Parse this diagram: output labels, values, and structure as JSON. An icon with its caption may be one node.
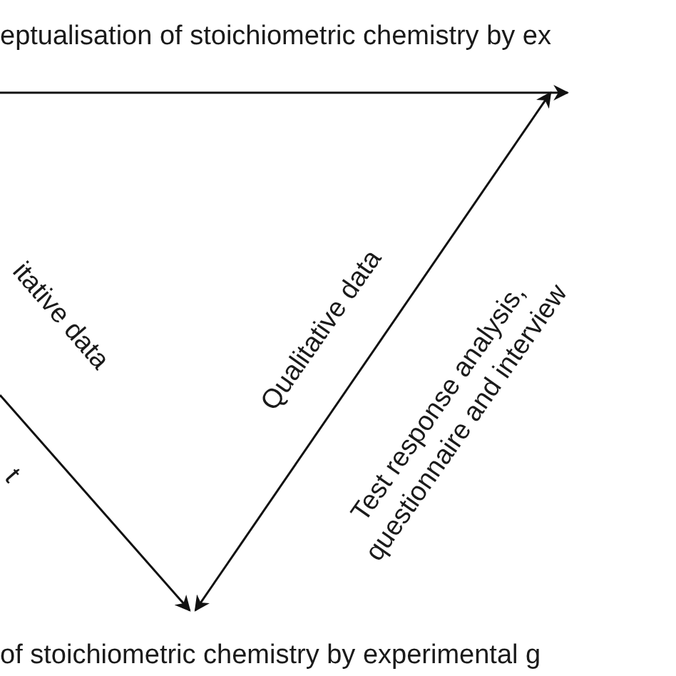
{
  "diagram": {
    "nodes": [
      {
        "text": [
          "eptualisation of stoichiometric chemistry by ex"
        ]
      },
      {
        "text": [
          "of stoichiometric chemistry by experimental g"
        ]
      }
    ],
    "edges": [
      {
        "from": null,
        "to": 0,
        "arrow": "to"
      },
      {
        "from": null,
        "to": 1,
        "arrow": "to",
        "label": "itative data"
      },
      {
        "from": 1,
        "to": 0,
        "arrow": "both",
        "label": "Qualitative data"
      }
    ],
    "labels": [
      "t",
      "Test response analysis, questionnaire and interview"
    ]
  }
}
